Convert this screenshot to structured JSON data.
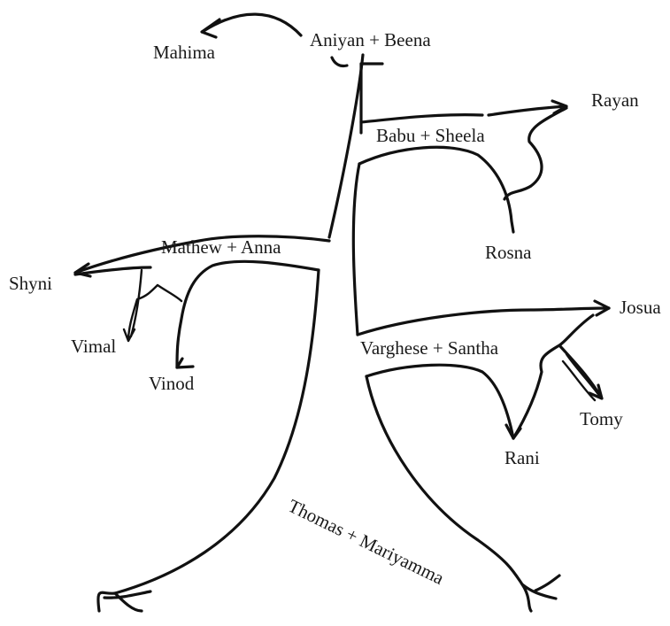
{
  "tree": {
    "root": "Thomas + Mariyamma",
    "branches": [
      {
        "couple": "Aniyan + Beena",
        "children": [
          "Mahima"
        ]
      },
      {
        "couple": "Babu + Sheela",
        "children": [
          "Rayan",
          "Rosna"
        ]
      },
      {
        "couple": "Mathew + Anna",
        "children": [
          "Shyni",
          "Vimal",
          "Vinod"
        ]
      },
      {
        "couple": "Varghese + Santha",
        "children": [
          "Josua",
          "Tomy",
          "Rani"
        ]
      }
    ]
  },
  "colors": {
    "ink": "#111111",
    "background": "#ffffff"
  }
}
